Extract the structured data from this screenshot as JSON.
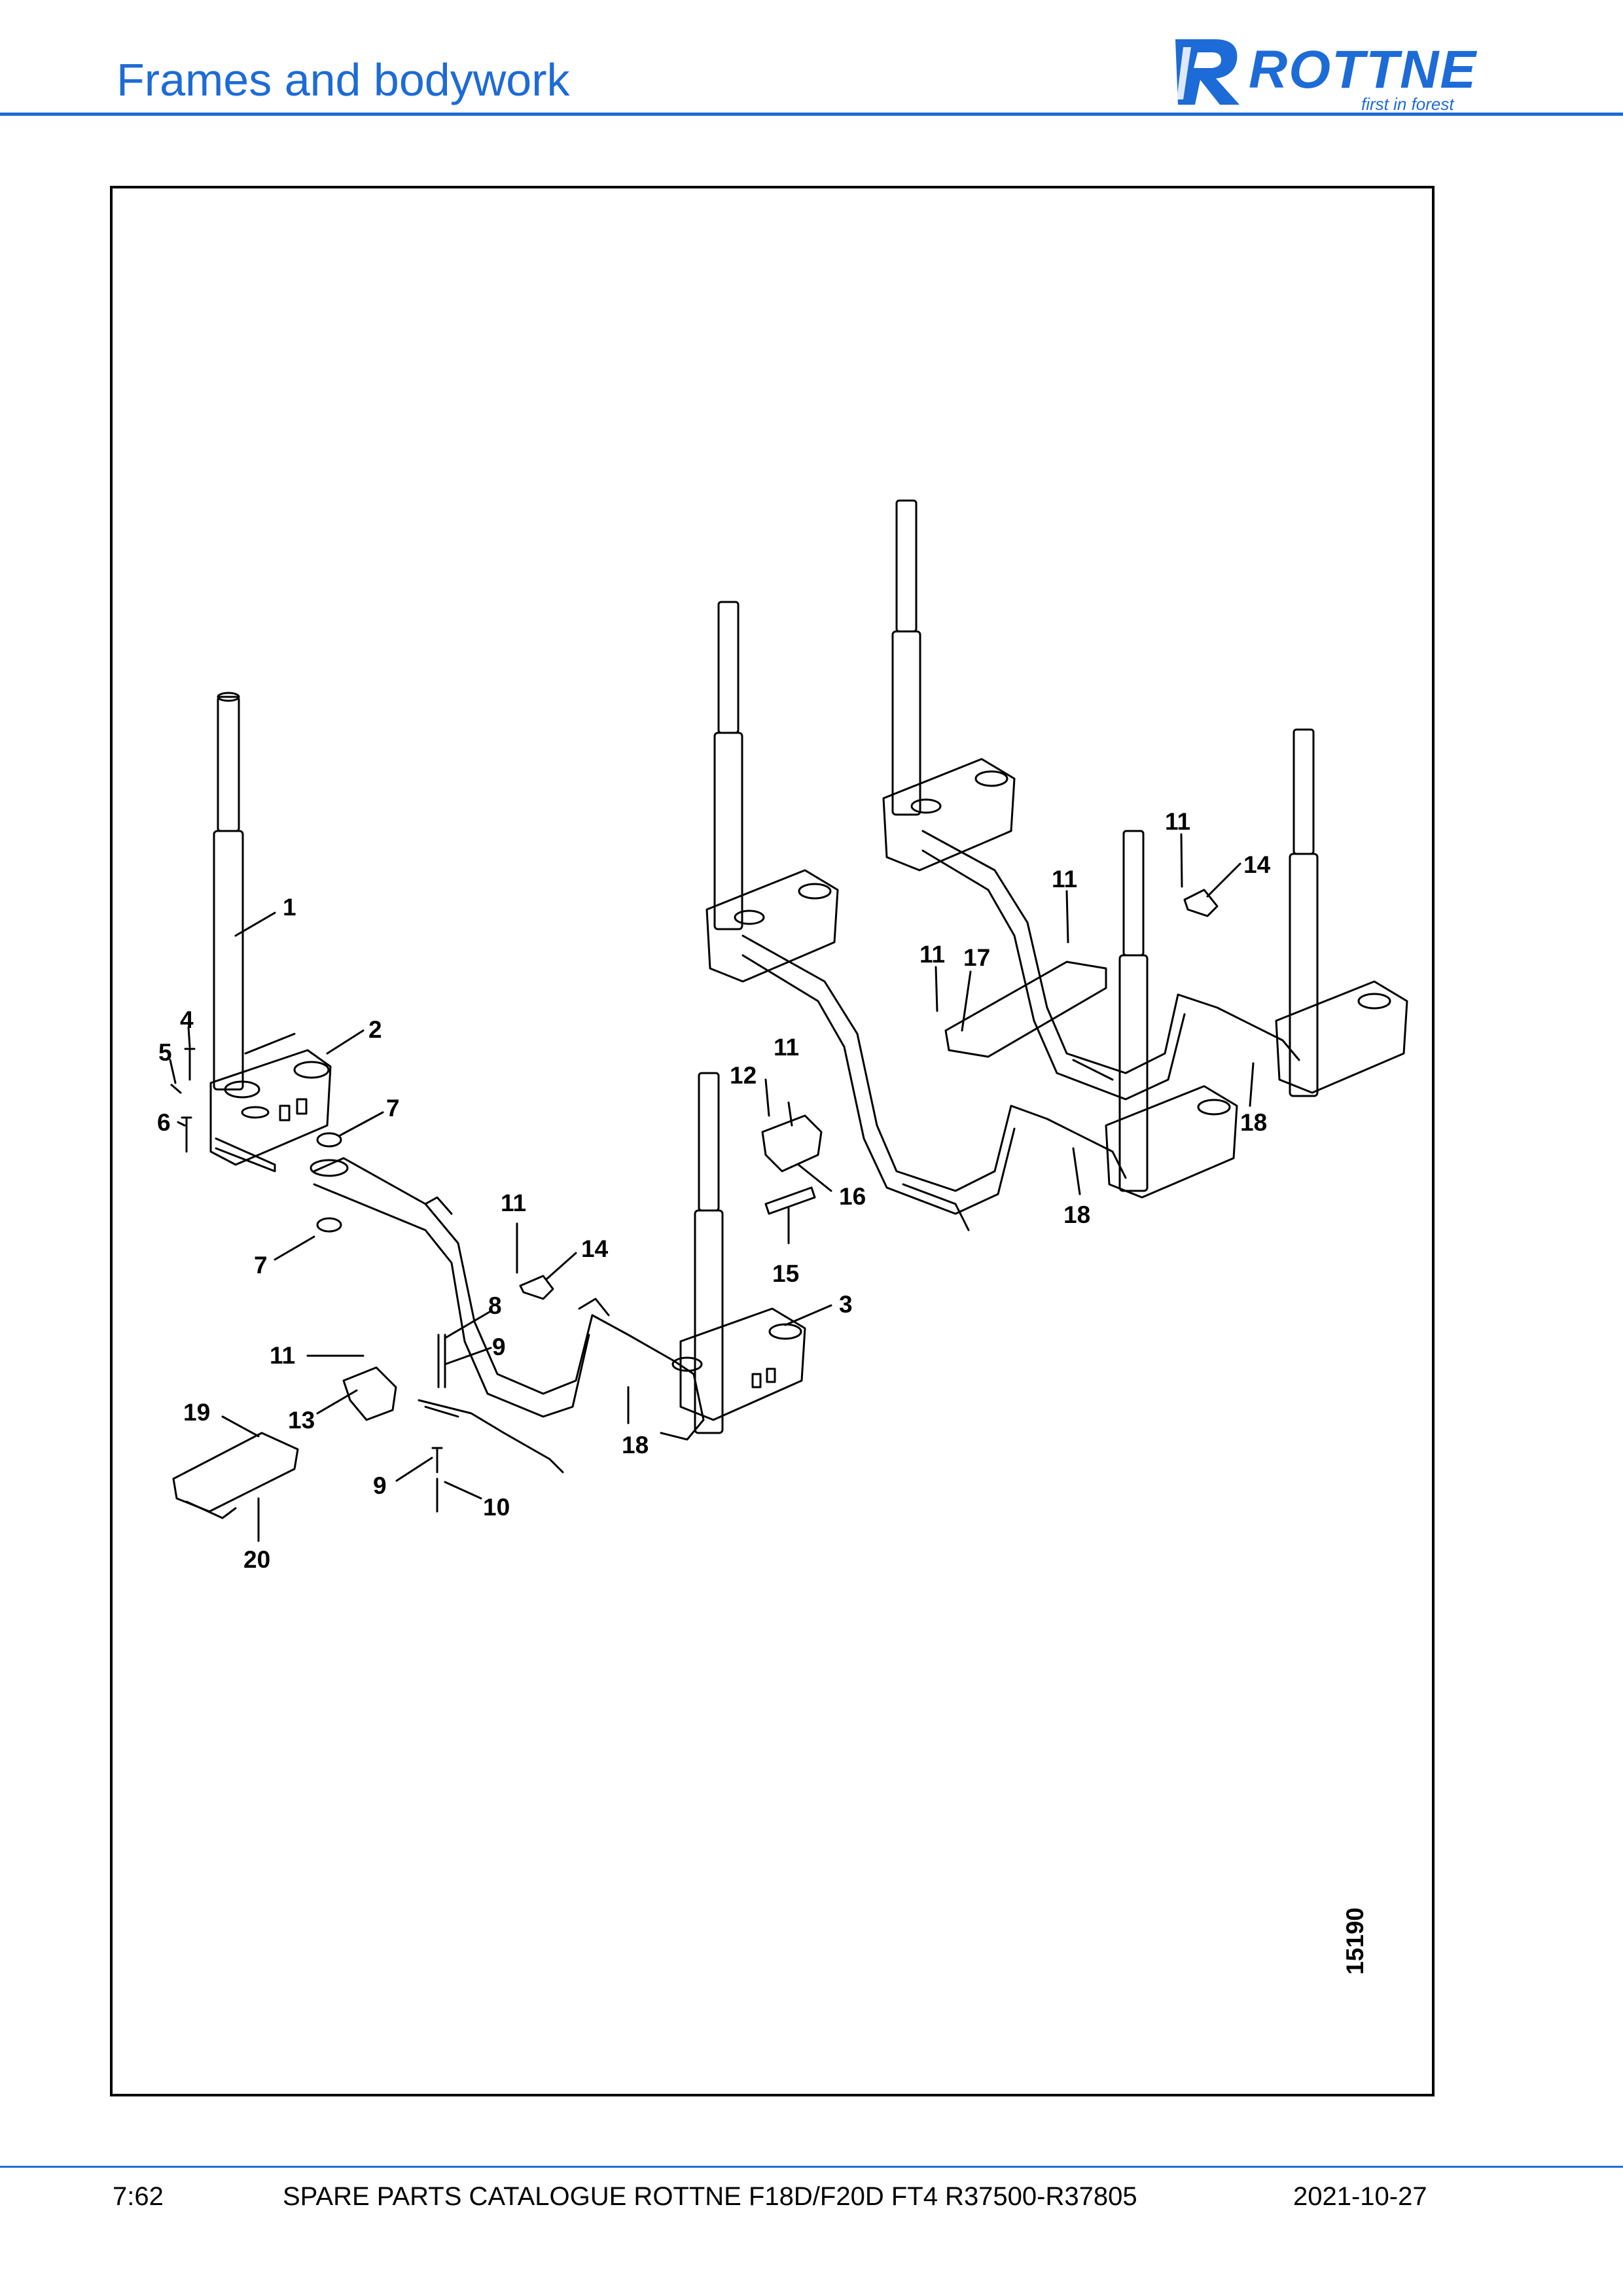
{
  "header": {
    "title": "Frames and bodywork",
    "logo": {
      "word": "ROTTNE",
      "tagline": "first in forest",
      "color": "#1d6bd6"
    }
  },
  "figure": {
    "number": "15190",
    "callouts": [
      "1",
      "2",
      "3",
      "4",
      "5",
      "6",
      "7",
      "7",
      "8",
      "9",
      "9",
      "10",
      "11",
      "11",
      "11",
      "11",
      "11",
      "11",
      "12",
      "13",
      "14",
      "14",
      "15",
      "16",
      "17",
      "18",
      "18",
      "18",
      "19",
      "20"
    ]
  },
  "footer": {
    "page": "7:62",
    "catalogue": "SPARE PARTS CATALOGUE ROTTNE F18D/F20D FT4 R37500-R37805",
    "date": "2021-10-27"
  },
  "colors": {
    "accent": "#1d6bd6",
    "line": "#000000"
  }
}
